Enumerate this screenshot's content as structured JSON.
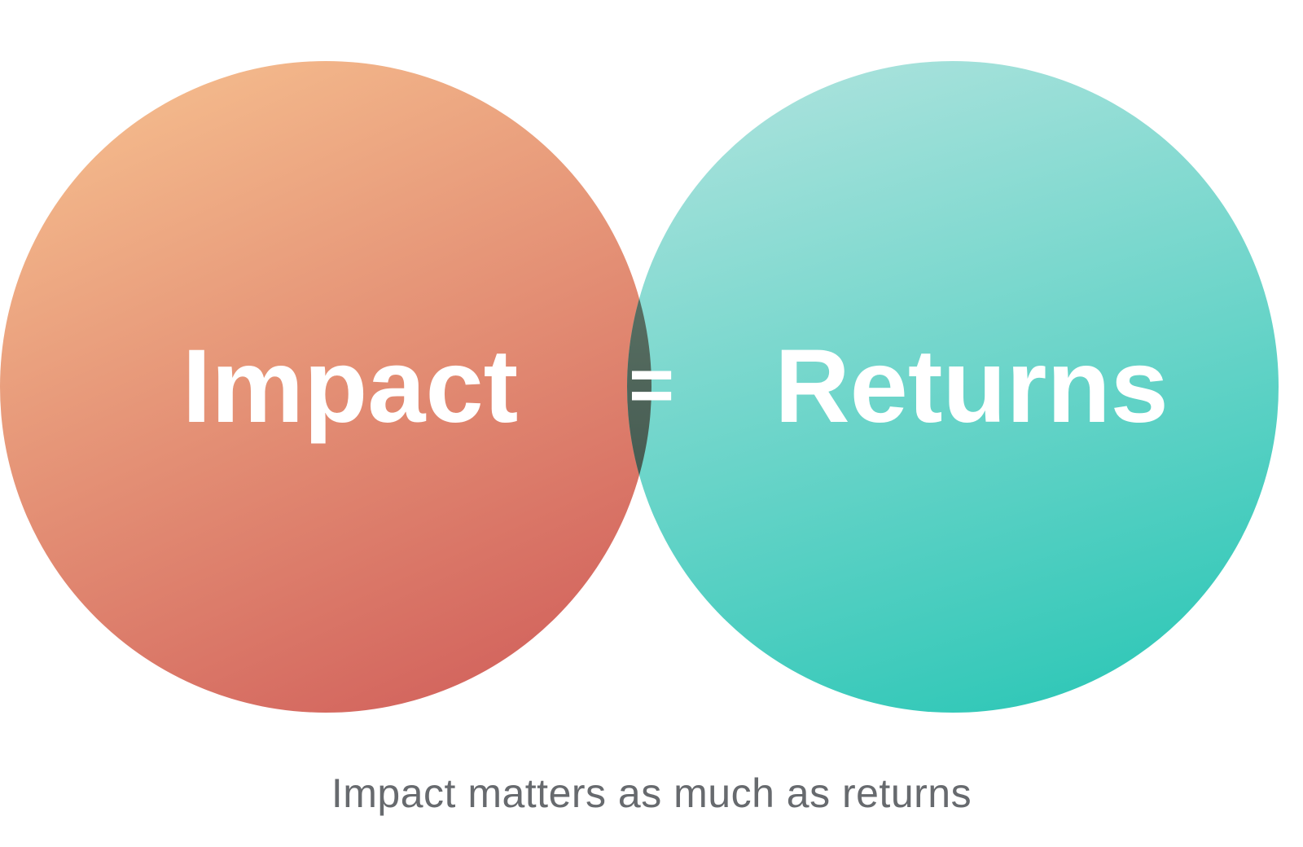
{
  "diagram": {
    "left_circle": {
      "label": "Impact",
      "color_start": "#f4ba8c",
      "color_end": "#d2625c"
    },
    "right_circle": {
      "label": "Returns",
      "color_start": "#a9e2dc",
      "color_end": "#32c8b8"
    },
    "overlap": {
      "symbol": "=",
      "color_start": "#6f8878",
      "color_end": "#2f423c"
    },
    "caption": "Impact matters as much as returns"
  }
}
